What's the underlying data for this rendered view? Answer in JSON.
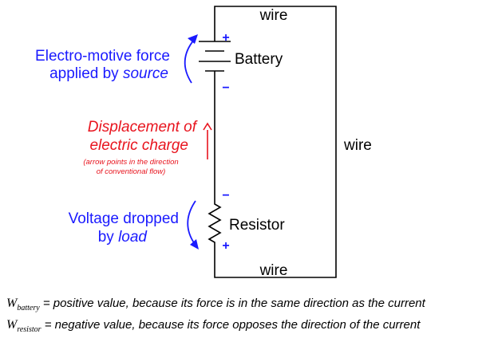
{
  "circuit": {
    "wire_top": "wire",
    "wire_right": "wire",
    "wire_bottom": "wire",
    "battery_label": "Battery",
    "battery_plus": "+",
    "battery_minus": "−",
    "resistor_label": "Resistor",
    "resistor_minus": "−",
    "resistor_plus": "+"
  },
  "annotations": {
    "emf_line1": "Electro-motive force",
    "emf_line2_prefix": "applied by ",
    "emf_line2_em": "source",
    "displacement_line1": "Displacement of",
    "displacement_line2": "electric charge",
    "arrow_note_line1": "(arrow points in the direction",
    "arrow_note_line2": "of conventional flow)",
    "voltage_line1": "Voltage dropped",
    "voltage_line2_prefix": "by ",
    "voltage_line2_em": "load"
  },
  "equations": {
    "w1_symbol": "W",
    "w1_subscript": "battery",
    "w1_text": " = positive value, because its force is in the same direction as the current",
    "w2_symbol": "W",
    "w2_subscript": "resistor",
    "w2_text": " = negative value, because its force opposes the direction of the current"
  },
  "colors": {
    "blue": "#1a1aff",
    "red": "#e8141e",
    "black": "#000000"
  }
}
